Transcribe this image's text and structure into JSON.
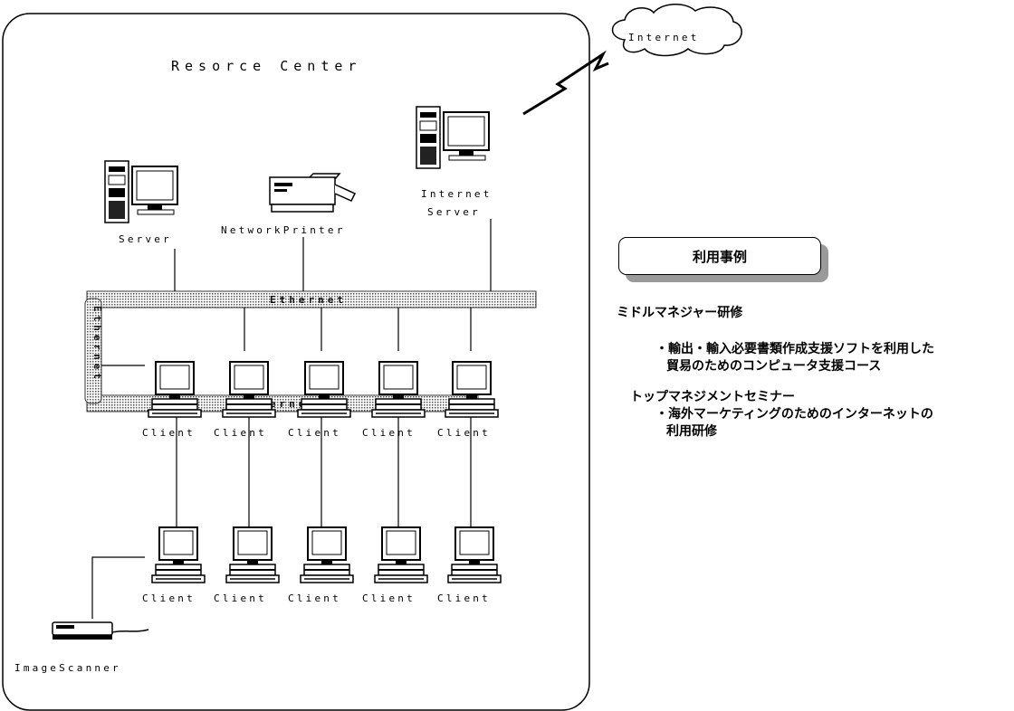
{
  "diagram": {
    "title": "Resorce Center",
    "internet": "Internet",
    "server": "Server",
    "network_printer": "NetworkPrinter",
    "internet_server_line1": "Internet",
    "internet_server_line2": "Server",
    "ethernet_top": "Ethernet",
    "ethernet_bottom": "Ethernet",
    "ethernet_vertical": "Ethernet",
    "client": "Client",
    "image_scanner": "ImageScanner"
  },
  "usage": {
    "heading": "利用事例",
    "case1_title": "ミドルマネジャー研修",
    "case1_line1": "・輸出・輸入必要書類作成支援ソフトを利用した",
    "case1_line2": "貿易のためのコンピュータ支援コース",
    "case2_title": "トップマネジメントセミナー",
    "case2_line1": "・海外マーケティングのためのインターネットの",
    "case2_line2": "利用研修"
  }
}
